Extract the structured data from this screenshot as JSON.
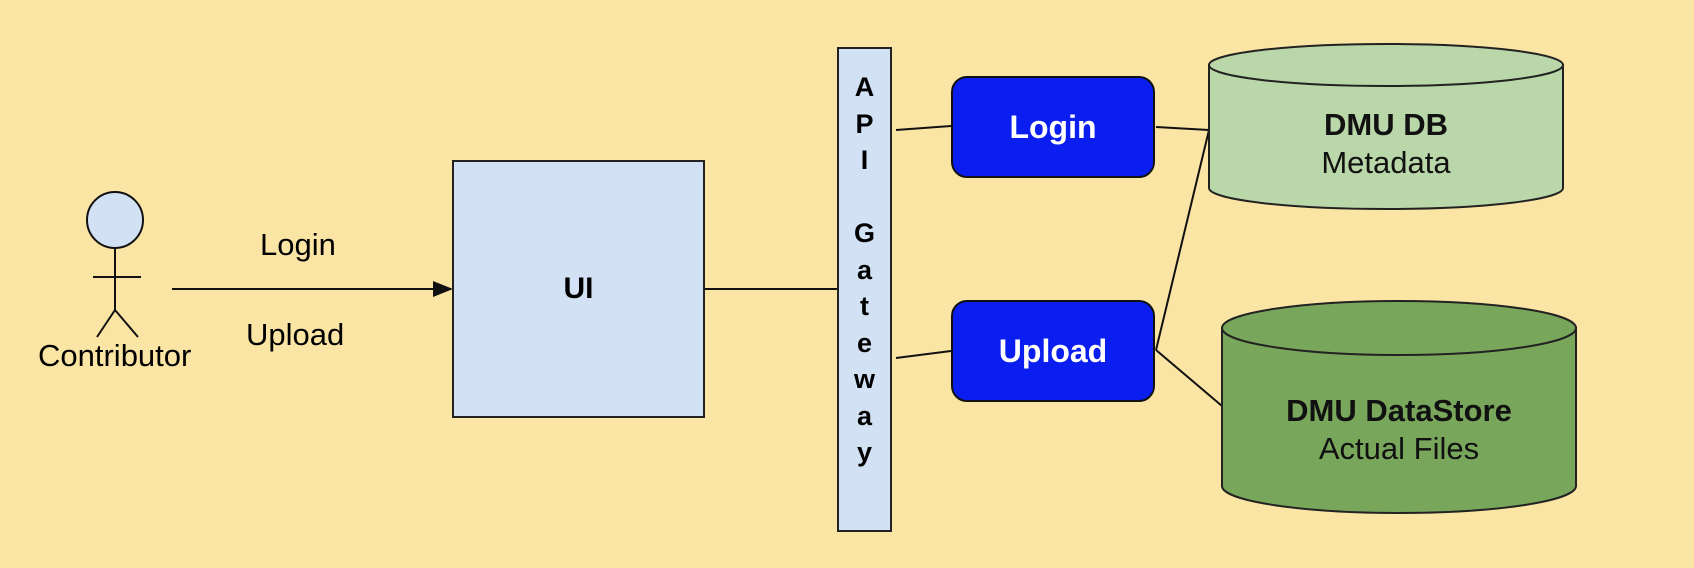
{
  "actor": {
    "label": "Contributor"
  },
  "flow_labels": {
    "login": "Login",
    "upload": "Upload"
  },
  "ui_box": {
    "label": "UI"
  },
  "api_gateway": {
    "letters": [
      "A",
      "P",
      "I",
      "",
      "G",
      "a",
      "t",
      "e",
      "w",
      "a",
      "y"
    ]
  },
  "services": {
    "login": "Login",
    "upload": "Upload"
  },
  "databases": {
    "db": {
      "title": "DMU DB",
      "subtitle": "Metadata",
      "color": "#b9d7a8"
    },
    "datastore": {
      "title": "DMU DataStore",
      "subtitle": "Actual Files",
      "color": "#78a65b"
    }
  },
  "colors": {
    "background": "#fbe5a4",
    "box_fill": "#d2e2f4",
    "service_fill": "#0a1ef0"
  }
}
